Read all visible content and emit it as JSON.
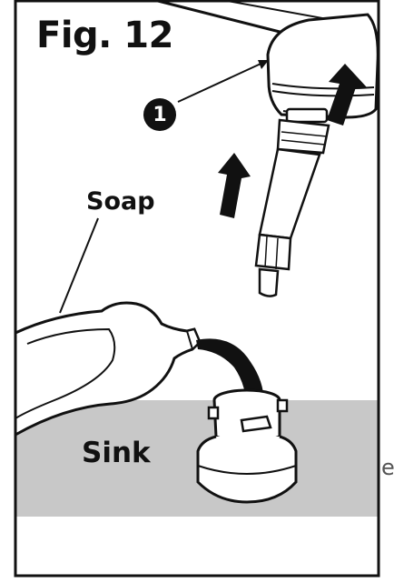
{
  "figure": {
    "title": "Fig. 12",
    "callout_number": "1"
  },
  "labels": {
    "soap": "Soap",
    "sink": "Sink",
    "stray_edge_letter": "e"
  },
  "colors": {
    "ink": "#111111",
    "sink_band": "#c8c8c8",
    "paper": "#ffffff"
  },
  "icons": {
    "upward_arrows": "up-arrow-icon",
    "callout": "number-badge-icon"
  }
}
